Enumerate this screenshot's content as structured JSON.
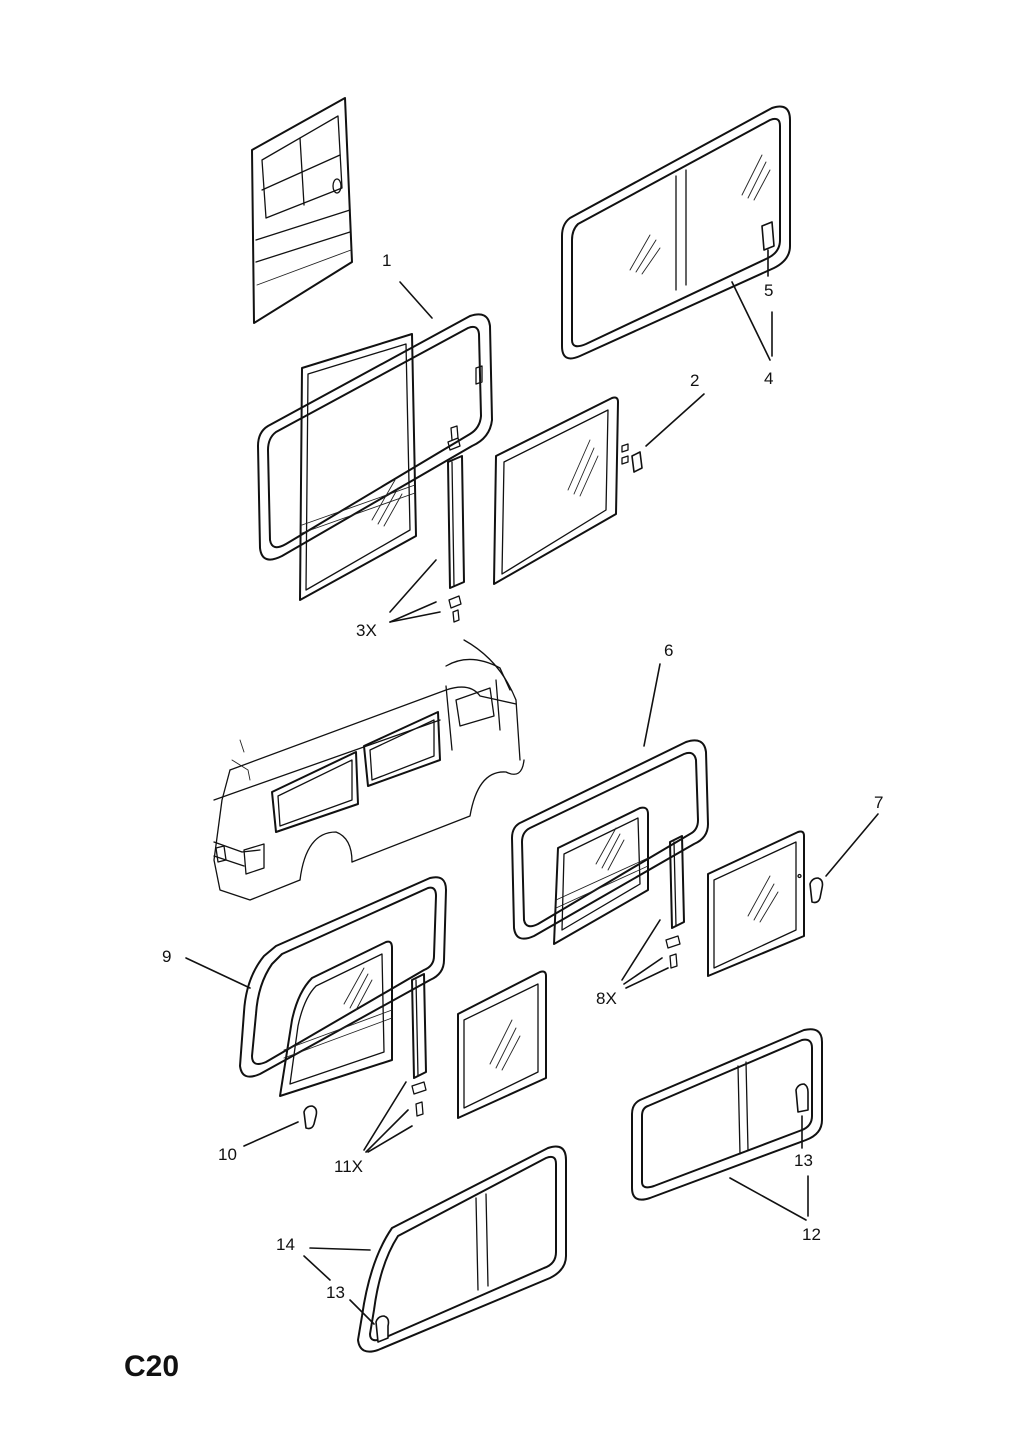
{
  "diagram": {
    "page_code": "C20",
    "callouts": {
      "c1": "1",
      "c2": "2",
      "c3x": "3X",
      "c4": "4",
      "c5": "5",
      "c6": "6",
      "c7": "7",
      "c8x": "8X",
      "c9": "9",
      "c10": "10",
      "c11x": "11X",
      "c12": "12",
      "c13a": "13",
      "c13b": "13",
      "c14": "14"
    }
  }
}
